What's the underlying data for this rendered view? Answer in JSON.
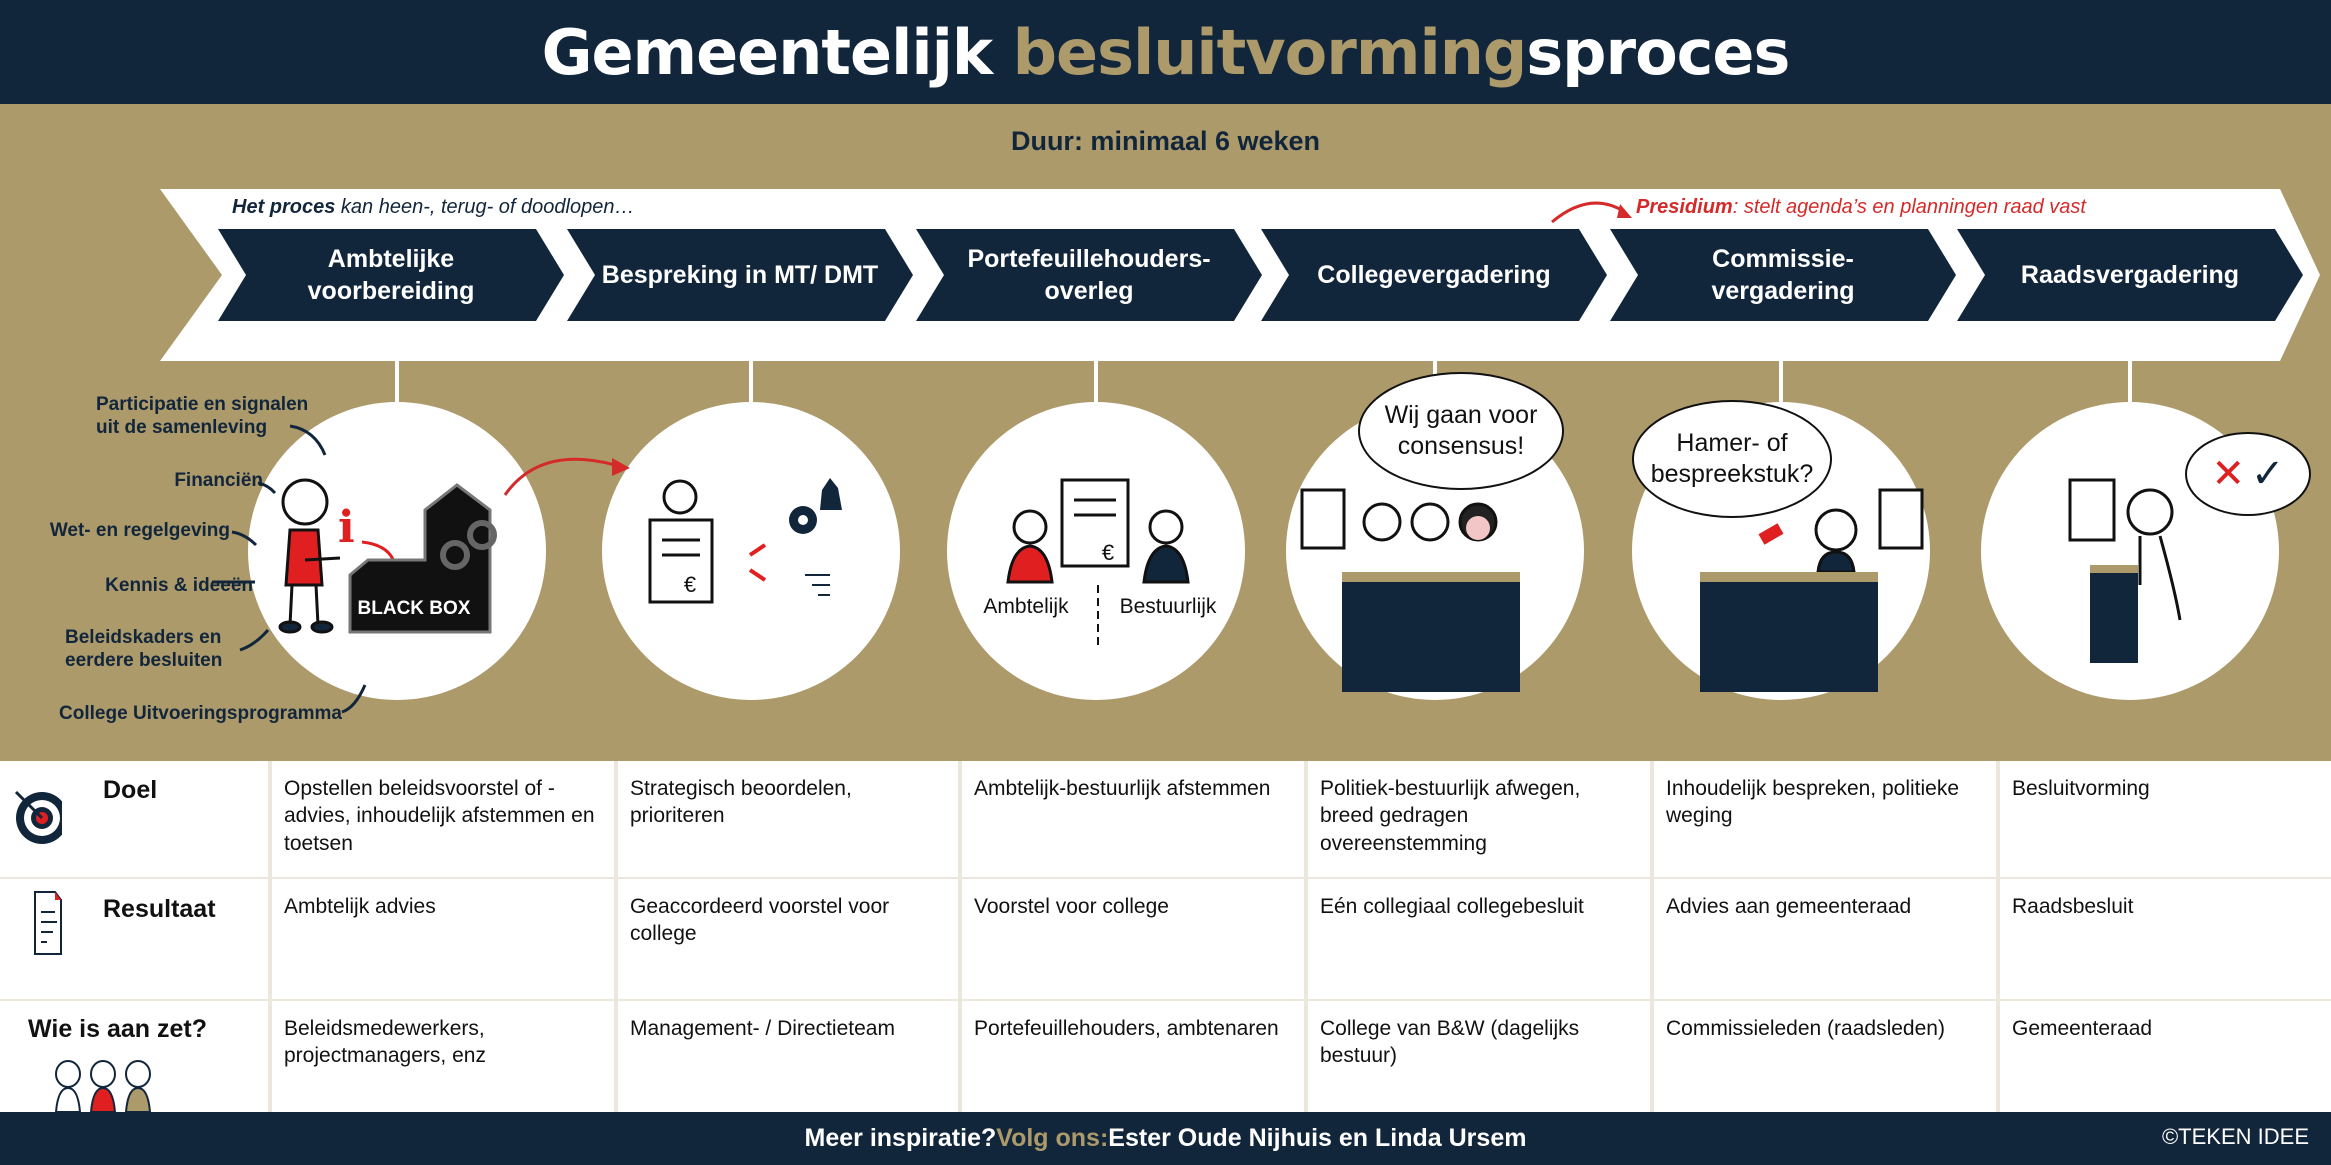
{
  "header": {
    "title_part1": "Gemeentelijk ",
    "title_part2": "besluitvorming",
    "title_part3": "sproces"
  },
  "duration": "Duur: minimaal 6 weken",
  "notes": {
    "process_bold": "Het proces",
    "process_rest": " kan heen-, terug- of doodlopen…",
    "presidium_bold": "Presidium",
    "presidium_rest": ": stelt agenda’s en planningen raad vast"
  },
  "steps": [
    {
      "label": "Ambtelijke voorbereiding"
    },
    {
      "label": "Bespreking in MT/ DMT"
    },
    {
      "label": "Portefeuillehouders-overleg"
    },
    {
      "label": "Collegevergadering"
    },
    {
      "label": "Commissie-vergadering"
    },
    {
      "label": "Raadsvergadering"
    }
  ],
  "inputs": [
    "Participatie en signalen uit de samenleving",
    "Financiën",
    "Wet- en regelgeving",
    "Kennis & ideeën",
    "Beleidskaders en eerdere besluiten",
    "College Uitvoeringsprogramma"
  ],
  "illustration": {
    "black_box": "BLACK BOX",
    "ambtelijk": "Ambtelijk",
    "bestuurlijk": "Bestuurlijk",
    "bubble_college": "Wij gaan voor consensus!",
    "bubble_commissie": "Hamer- of bespreekstuk?"
  },
  "table": {
    "rows": [
      {
        "label": "Doel",
        "icon": "target-icon",
        "cells": [
          "Opstellen beleidsvoorstel of -advies, inhoudelijk afstemmen en toetsen",
          "Strategisch beoordelen, prioriteren",
          "Ambtelijk-bestuurlijk afstemmen",
          "Politiek-bestuurlijk afwegen, breed gedragen overeenstemming",
          "Inhoudelijk bespreken, politieke weging",
          "Besluitvorming"
        ]
      },
      {
        "label": "Resultaat",
        "icon": "document-icon",
        "cells": [
          "Ambtelijk advies",
          "Geaccordeerd voorstel voor college",
          "Voorstel voor college",
          "Eén collegiaal collegebesluit",
          "Advies aan gemeenteraad",
          "Raadsbesluit"
        ]
      },
      {
        "label": "Wie is aan zet?",
        "icon": "people-icon",
        "cells": [
          "Beleidsmedewerkers, projectmanagers, enz",
          "Management- / Directieteam",
          "Portefeuillehouders, ambtenaren",
          "College van B&W (dagelijks bestuur)",
          "Commissieleden (raadsleden)",
          "Gemeenteraad"
        ]
      }
    ]
  },
  "footer": {
    "part1": "Meer inspiratie? ",
    "part2": "Volg ons: ",
    "part3": "Ester Oude Nijhuis en Linda Ursem",
    "copyright": "©TEKEN IDEE"
  },
  "colors": {
    "navy": "#12263b",
    "gold": "#ad9a6b",
    "red": "#e02020"
  }
}
